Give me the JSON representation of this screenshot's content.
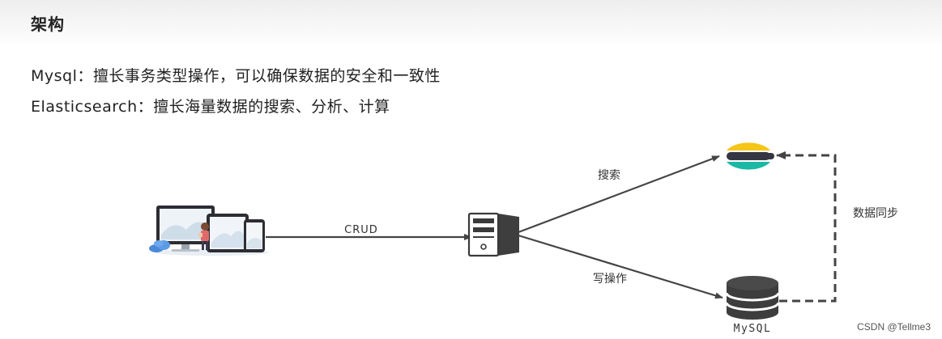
{
  "title": "架构",
  "descriptions": [
    "Mysql：擅长事务类型操作，可以确保数据的安全和一致性",
    "Elasticsearch：擅长海量数据的搜索、分析、计算"
  ],
  "diagram": {
    "nodes": {
      "client": {
        "icon": "devices-icon"
      },
      "server": {
        "icon": "server-icon"
      },
      "elasticsearch": {
        "icon": "elasticsearch-logo-icon"
      },
      "mysql": {
        "icon": "database-icon",
        "label": "MySQL"
      }
    },
    "edges": {
      "crud": "CRUD",
      "search": "搜索",
      "write": "写操作",
      "sync": "数据同步"
    },
    "colors": {
      "arrow": "#444444",
      "elastic_yellow": "#F5C518",
      "elastic_teal": "#1BB8A6",
      "elastic_dark": "#343741",
      "db": "#3d3d3d"
    }
  },
  "watermark": "CSDN @Tellme3"
}
